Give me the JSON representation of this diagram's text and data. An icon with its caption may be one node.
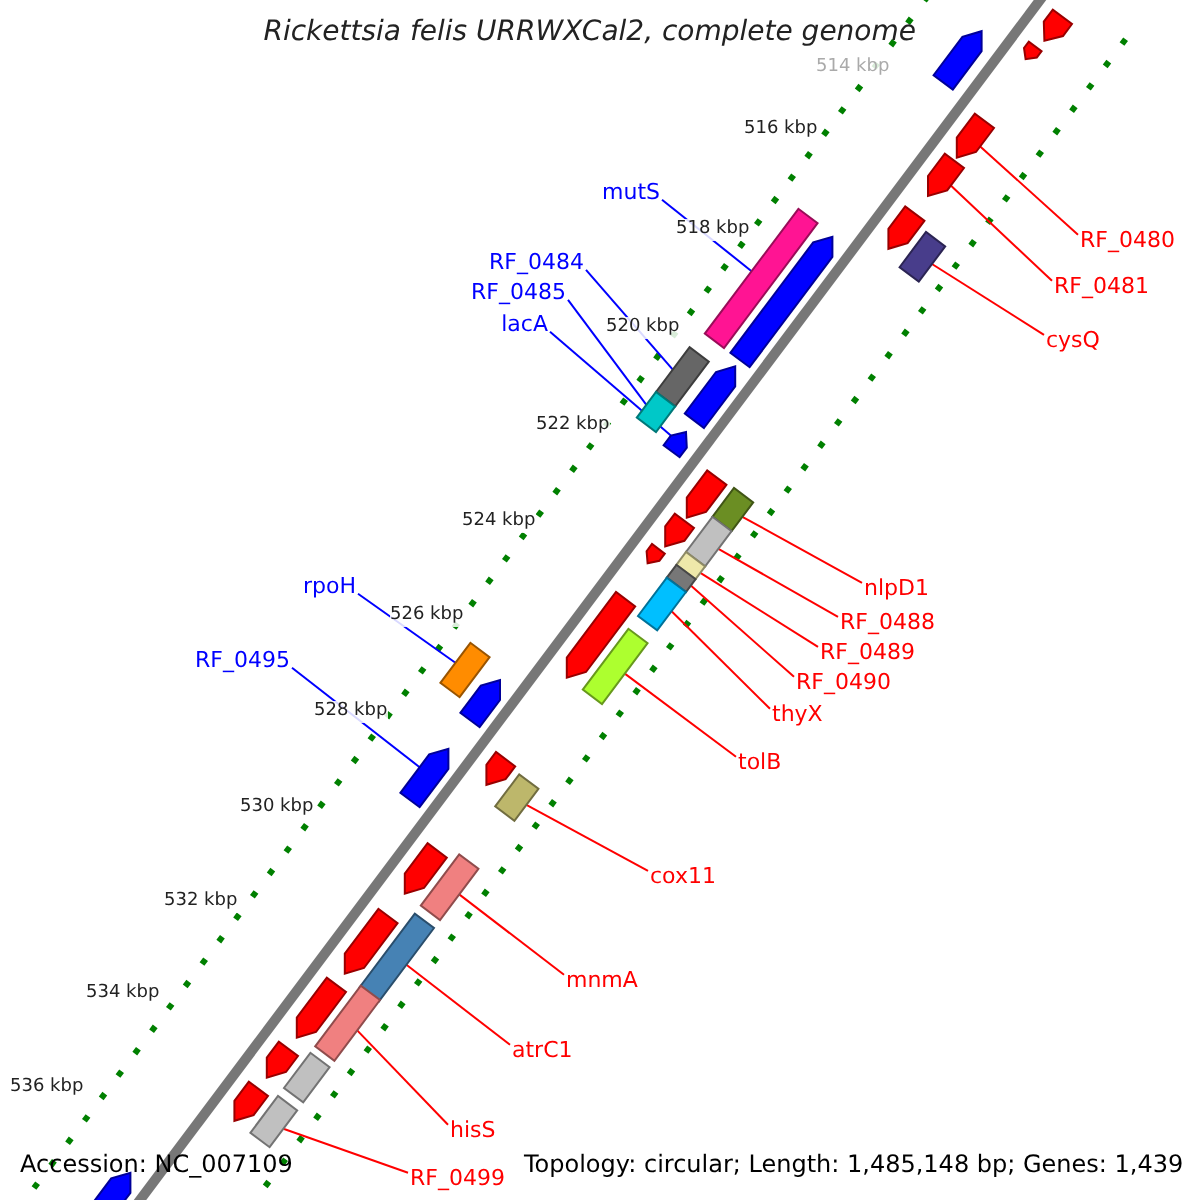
{
  "diagram": {
    "title": "Rickettsia felis URRWXCal2, complete genome",
    "nodes": [
      {
        "text": [
          "mutS"
        ]
      },
      {
        "text": [],
        "shape": "bar"
      },
      {
        "text": [
          "RF_0484"
        ]
      },
      {
        "text": [],
        "shape": "bar"
      },
      {
        "text": [
          "RF_0485"
        ]
      },
      {
        "text": [],
        "shape": "bar"
      },
      {
        "text": [
          "lacA"
        ]
      },
      {
        "text": [],
        "shape": "bar"
      },
      {
        "text": [
          "RF_0480"
        ]
      },
      {
        "text": [],
        "shape": "bar"
      },
      {
        "text": [
          "RF_0481"
        ]
      },
      {
        "text": [],
        "shape": "bar"
      },
      {
        "text": [
          "cysQ"
        ]
      },
      {
        "text": [],
        "shape": "bar"
      },
      {
        "text": [
          "nlpD1"
        ]
      },
      {
        "text": [],
        "shape": "bar"
      },
      {
        "text": [
          "RF_0488"
        ]
      },
      {
        "text": [],
        "shape": "bar"
      },
      {
        "text": [
          "RF_0489"
        ]
      },
      {
        "text": [],
        "shape": "bar"
      },
      {
        "text": [
          "RF_0490"
        ]
      },
      {
        "text": [],
        "shape": "bar"
      },
      {
        "text": [
          "thyX"
        ]
      },
      {
        "text": [],
        "shape": "bar"
      },
      {
        "text": [
          "tolB"
        ]
      },
      {
        "text": [],
        "shape": "bar"
      },
      {
        "text": [
          "rpoH"
        ]
      },
      {
        "text": [],
        "shape": "bar"
      },
      {
        "text": [
          "RF_0495"
        ]
      },
      {
        "text": [],
        "shape": "bar"
      },
      {
        "text": [
          "cox11"
        ]
      },
      {
        "text": [],
        "shape": "bar"
      },
      {
        "text": [
          "mnmA"
        ]
      },
      {
        "text": [],
        "shape": "bar"
      },
      {
        "text": [
          "atrC1"
        ]
      },
      {
        "text": [],
        "shape": "bar"
      },
      {
        "text": [
          "hisS"
        ]
      },
      {
        "text": [],
        "shape": "bar"
      },
      {
        "text": [
          "RF_0499"
        ]
      },
      {
        "text": [],
        "shape": "bar"
      },
      {
        "text": [],
        "shape": "bar"
      },
      {
        "text": [],
        "shape": "bar"
      },
      {
        "text": [],
        "shape": "bar"
      },
      {
        "text": [],
        "shape": "bar"
      },
      {
        "text": [],
        "shape": "bar"
      },
      {
        "text": [],
        "shape": "bar"
      },
      {
        "text": [],
        "shape": "bar"
      },
      {
        "text": [],
        "shape": "bar"
      },
      {
        "text": [],
        "shape": "bar"
      },
      {
        "text": [],
        "shape": "bar"
      },
      {
        "text": [],
        "shape": "bar"
      },
      {
        "text": [],
        "shape": "bar"
      },
      {
        "text": [],
        "shape": "bar"
      },
      {
        "text": [],
        "shape": "bar"
      },
      {
        "text": [],
        "shape": "bar"
      },
      {
        "text": [],
        "shape": "bar"
      },
      {
        "text": [],
        "shape": "bar"
      },
      {
        "text": [],
        "shape": "bar"
      },
      {
        "text": [],
        "shape": "bar"
      }
    ],
    "edges": [
      {
        "from": 0,
        "to": 1,
        "arrow": "none",
        "color": "#0000ff"
      },
      {
        "from": 2,
        "to": 3,
        "arrow": "none",
        "color": "#0000ff"
      },
      {
        "from": 4,
        "to": 5,
        "arrow": "none",
        "color": "#0000ff"
      },
      {
        "from": 6,
        "to": 7,
        "arrow": "none",
        "color": "#0000ff"
      },
      {
        "from": 8,
        "to": 9,
        "arrow": "none"
      },
      {
        "from": 10,
        "to": 11,
        "arrow": "none"
      },
      {
        "from": 12,
        "to": 13,
        "arrow": "none"
      },
      {
        "from": 14,
        "to": 15,
        "arrow": "none"
      },
      {
        "from": 16,
        "to": 17,
        "arrow": "none"
      },
      {
        "from": 18,
        "to": 19,
        "arrow": "none"
      },
      {
        "from": 20,
        "to": 21,
        "arrow": "none"
      },
      {
        "from": 22,
        "to": 23,
        "arrow": "none"
      },
      {
        "from": 24,
        "to": 25,
        "arrow": "none"
      },
      {
        "from": 26,
        "to": 27,
        "arrow": "none",
        "color": "#0000ff"
      },
      {
        "from": 28,
        "to": 29,
        "arrow": "none",
        "color": "#0000ff"
      },
      {
        "from": 30,
        "to": 31,
        "arrow": "none"
      },
      {
        "from": 32,
        "to": 33,
        "arrow": "none"
      },
      {
        "from": 34,
        "to": 35,
        "arrow": "none"
      },
      {
        "from": 36,
        "to": 37,
        "arrow": "none"
      },
      {
        "from": 38,
        "to": 39,
        "arrow": "none"
      }
    ],
    "labels": [
      "514 kbp",
      "516 kbp",
      "518 kbp",
      "520 kbp",
      "522 kbp",
      "524 kbp",
      "526 kbp",
      "528 kbp",
      "530 kbp",
      "532 kbp",
      "534 kbp",
      "536 kbp",
      "Accession: NC_007109",
      "Topology: circular; Length: 1,485,148 bp; Genes: 1,439"
    ]
  }
}
